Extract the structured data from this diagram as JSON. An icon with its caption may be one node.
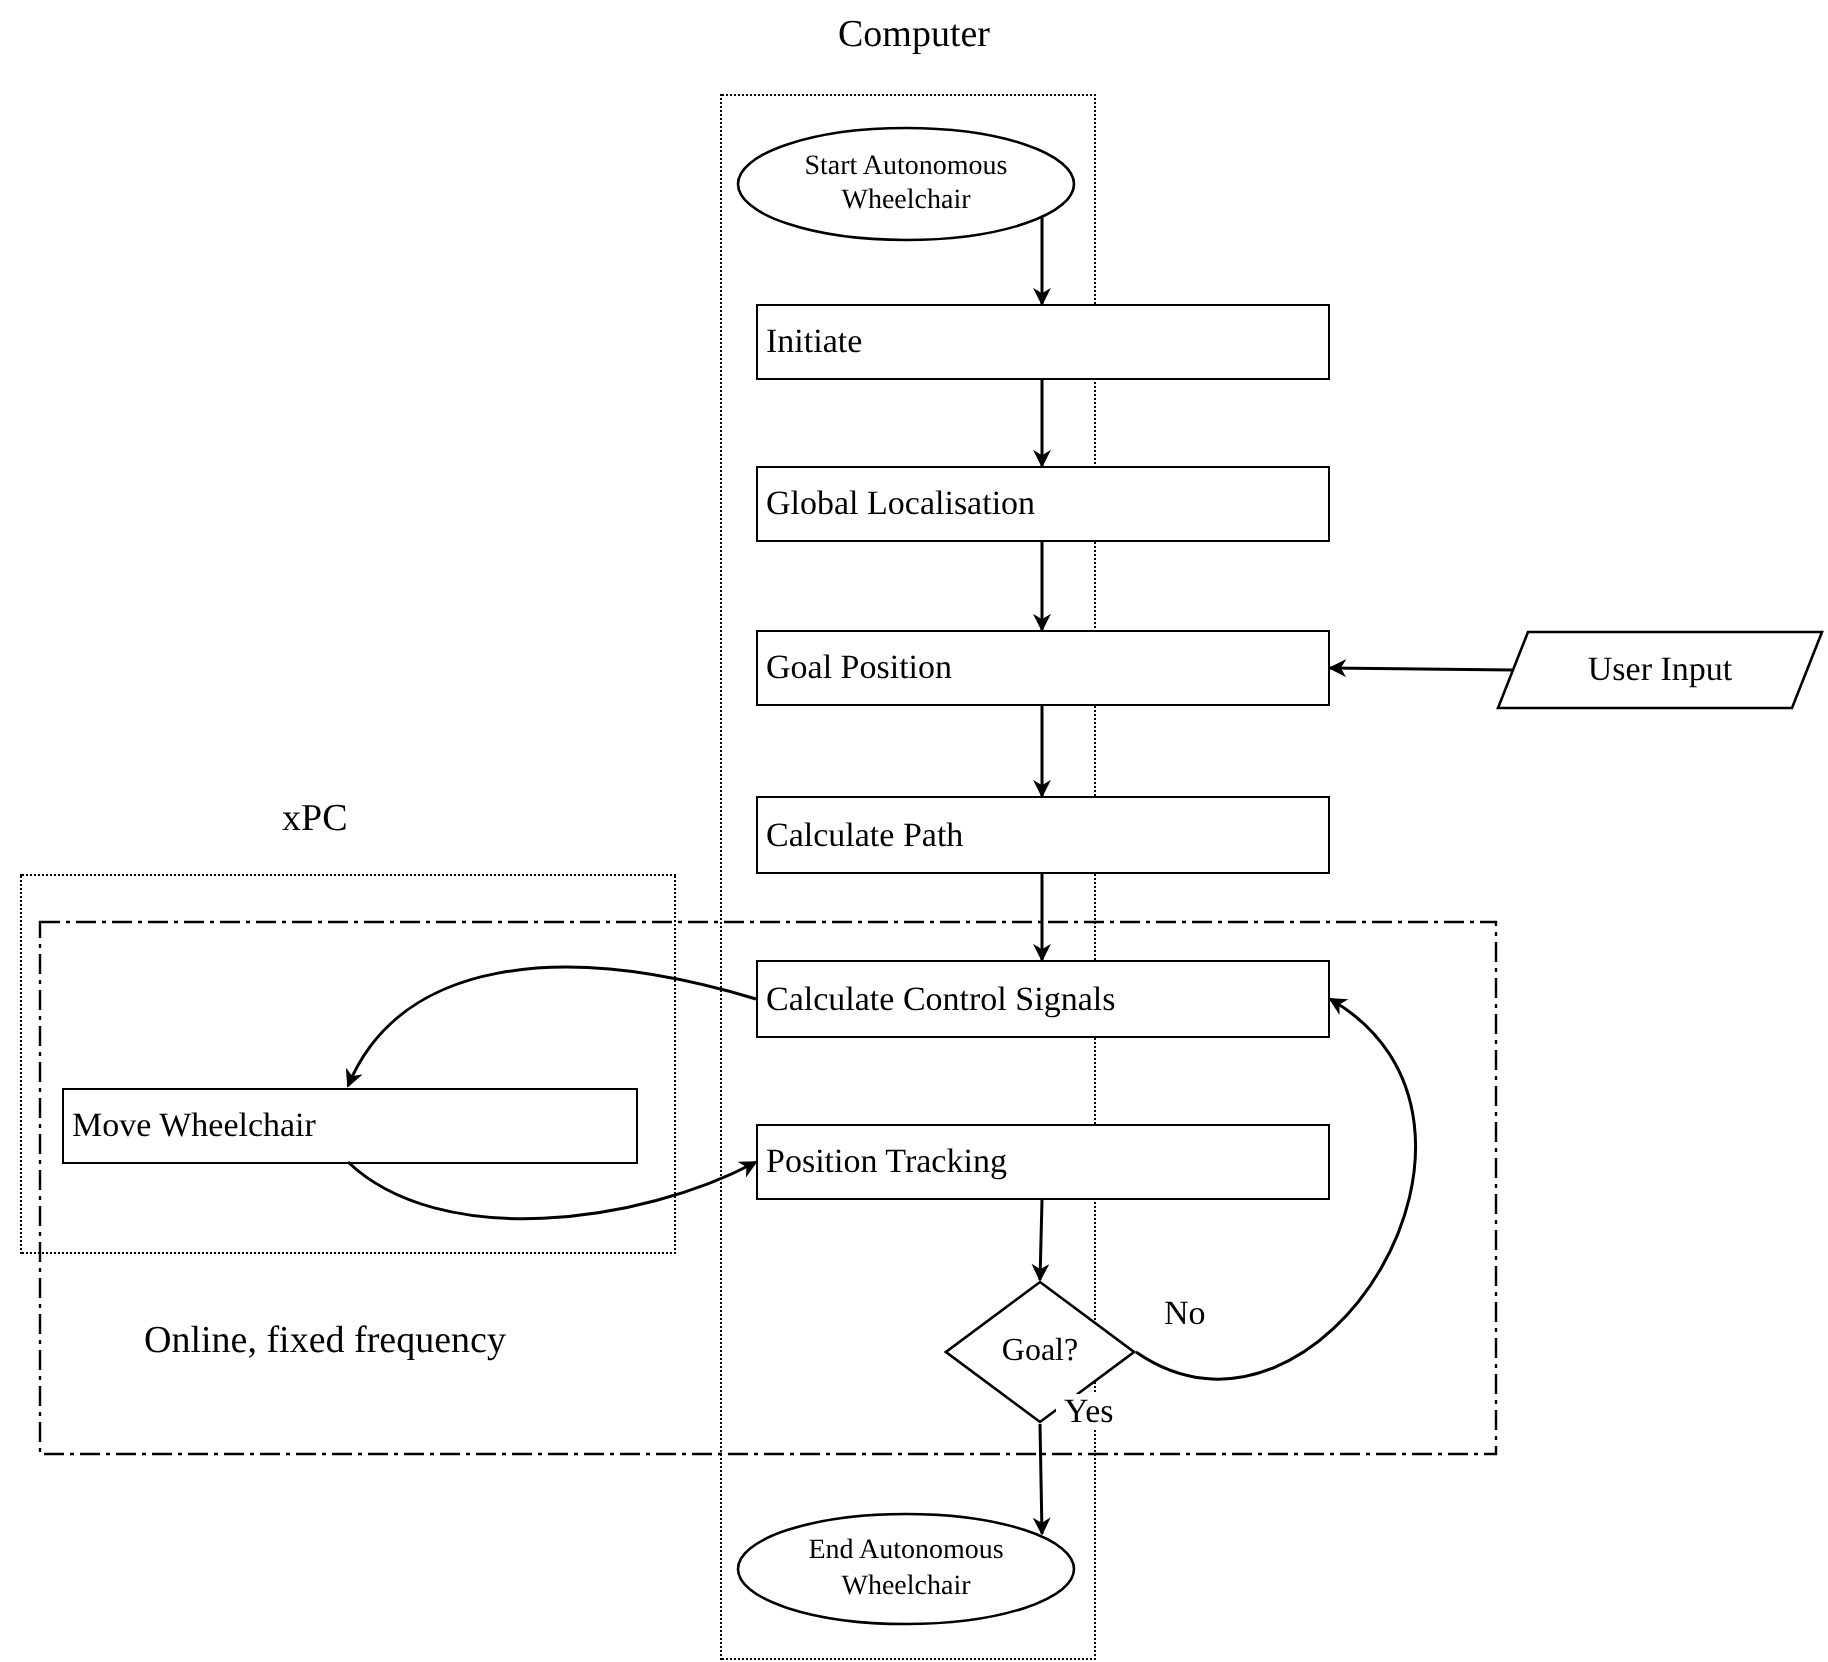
{
  "diagram": {
    "nodes": [
      {
        "text": [
          "Computer"
        ]
      },
      {
        "text": [
          "xPC"
        ]
      },
      {
        "text": [
          "Online, fixed frequency"
        ]
      },
      {
        "text": [
          "Start Autonomous Wheelchair"
        ],
        "in": 0
      },
      {
        "text": [
          "Initiate"
        ]
      },
      {
        "text": [
          "Global Localisation"
        ]
      },
      {
        "text": [
          "Goal Position"
        ]
      },
      {
        "text": [
          "User Input"
        ]
      },
      {
        "text": [
          "Calculate Path"
        ]
      },
      {
        "text": [
          "Calculate Control Signals"
        ],
        "in": 2
      },
      {
        "text": [
          "Move Wheelchair"
        ],
        "in": 1
      },
      {
        "text": [
          "Position Tracking"
        ],
        "in": 2
      },
      {
        "text": [
          "Goal?"
        ],
        "in": 2
      },
      {
        "text": [
          "End Autonomous Wheelchair"
        ],
        "in": 0
      }
    ],
    "edges": [
      {
        "from": 3,
        "to": 4,
        "arrow": "to"
      },
      {
        "from": 4,
        "to": 5,
        "arrow": "to"
      },
      {
        "from": 5,
        "to": 6,
        "arrow": "to"
      },
      {
        "from": 7,
        "to": 6,
        "arrow": "to"
      },
      {
        "from": 6,
        "to": 8,
        "arrow": "to"
      },
      {
        "from": 8,
        "to": 9,
        "arrow": "to"
      },
      {
        "from": 9,
        "to": 10,
        "arrow": "to"
      },
      {
        "from": 10,
        "to": 11,
        "arrow": "to"
      },
      {
        "from": 11,
        "to": 12,
        "arrow": "to"
      },
      {
        "from": 12,
        "to": 9,
        "arrow": "to",
        "label": "No"
      },
      {
        "from": 12,
        "to": 13,
        "arrow": "to",
        "label": "Yes"
      }
    ]
  }
}
